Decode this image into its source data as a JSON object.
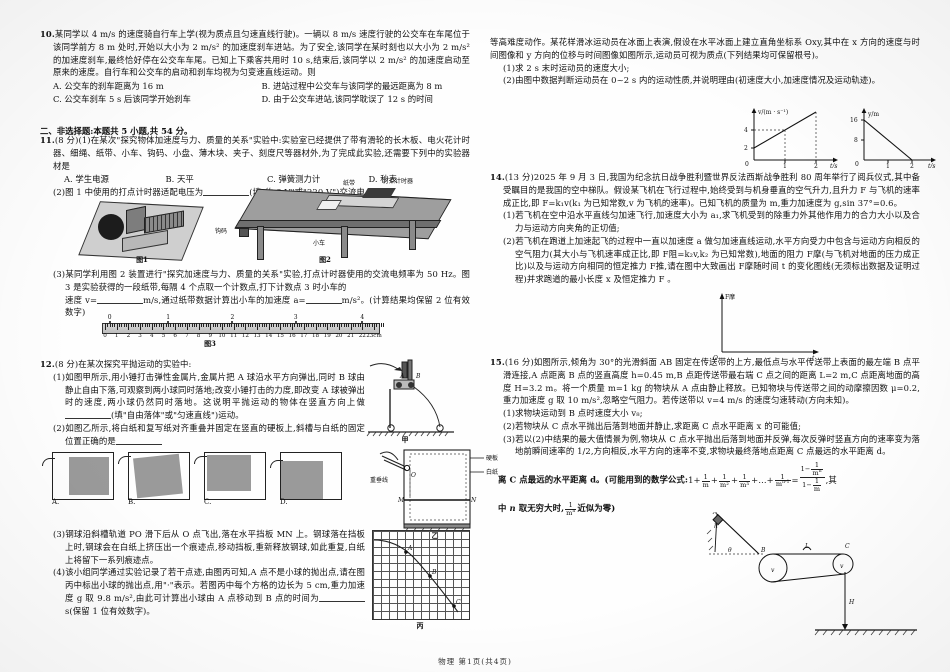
{
  "footer": "物理 第1页(共4页)",
  "left_column": {
    "q10": {
      "number": "10.",
      "body": "某同学以 4 m/s 的速度骑自行车上学(视为质点且匀速直线行驶)。一辆以 8 m/s 速度行驶的公交车在车尾位于该同学前方 8 m 处时,开始以大小为 2 m/s² 的加速度刹车进站。为了安全,该同学在某时刻也以大小为 2 m/s² 的加速度刹车,最终恰好停在公交车车尾。已知上下乘客共用时 10 s,结束后,该同学以 2 m/s² 的加速度启动至原来的速度。自行车和公交车的启动和刹车均视为匀变速直线运动。则",
      "options": [
        "A. 公交车的刹车距离为 16 m",
        "B. 进站过程中公交车与该同学的最远距离为 8 m",
        "C. 公交车刹车 5 s 后该同学开始刹车",
        "D. 由于公交车进站,该同学耽误了 12 s 的时间"
      ]
    },
    "section2": "二、非选择题:本题共 5 小题,共 54 分。",
    "q11": {
      "number": "11.",
      "score": "(8 分)",
      "part1": "(1)在某次\"探究物体加速度与力、质量的关系\"实验中:实验室已经提供了带有滑轮的长木板、电火花计时器、细绳、纸带、小车、钩码、小盘、薄木块、夹子、刻度尺等器材外,为了完成此实验,还需要下列中的实验器材是",
      "options": [
        "A. 学生电源",
        "B. 天平",
        "C. 弹簧测力计",
        "D. 秒表"
      ],
      "part2_a": "(2)图 1 中使用的打点计时器适配电压为",
      "part2_b": "(填\"约 8 V\"或\"220 V\")交流电。",
      "fig1_caption": "图1",
      "fig2_caption": "图2",
      "fig1_labels": [],
      "fig2_labels": [
        "纸带",
        "打点计时器",
        "钩码",
        "小车"
      ],
      "part3": "(3)某同学利用图 2 装置进行\"探究加速度与力、质量的关系\"实验,打点计时器使用的交流电频率为 50 Hz。图 3 是实验获得的一段纸带,每隔 4 个点取一个计数点,打下计数点 3 时小车的",
      "part3_v": "速度 v=",
      "part3_unit1": "m/s,通过纸带数据计算出小车的加速度 a=",
      "part3_unit2": "m/s²。(计算结果均保留 2 位有效数字)",
      "ruler": {
        "caption": "图3",
        "count_points": [
          "0",
          "1",
          "2",
          "3",
          "4"
        ],
        "count_points_cm": [
          0.4,
          5.4,
          10.9,
          16.3,
          22.0
        ],
        "cm_labels": [
          "0",
          "1",
          "2",
          "3",
          "4",
          "5",
          "6",
          "7",
          "8",
          "9",
          "10",
          "11",
          "12",
          "13",
          "14",
          "15",
          "16",
          "17",
          "18",
          "19",
          "20",
          "21",
          "22",
          "23"
        ],
        "unit": "cm"
      }
    },
    "q12": {
      "number": "12.",
      "score": "(8 分)",
      "intro": "在某次探究平抛运动的实验中:",
      "part1_a": "(1)如图甲所示,用小锤打击弹性金属片,金属片把 A 球沿水平方向弹出,同时 B 球由静止自由下落,可观察到两小球同时落地;改变小锤打击的力度,即改变 A 球被弹出时的速度,两小球仍然同时落地。这说明平抛运动的物体在竖直方向上做",
      "part1_b": "(填\"自由落体\"或\"匀速直线\")运动。",
      "part2_a": "(2)如图乙所示,将白纸和复写纸对齐重叠并固定在竖直的硬板上,斜槽与白纸的固定位置正确的是",
      "option_labels": [
        "A.",
        "B.",
        "C.",
        "D."
      ],
      "fig_jia_caption": "甲",
      "fig_yi_caption": "乙",
      "fig_bing_caption": "丙",
      "fig_yi_labels": [
        "硬板",
        "白纸",
        "重垂线",
        "O",
        "M",
        "N"
      ],
      "fig_bing_points": [
        "A",
        "B",
        "C"
      ],
      "part3": "(3)钢球沿斜槽轨道 PO 滑下后从 O 点飞出,落在水平挡板 MN 上。钢球落在挡板上时,钢球会在白纸上挤压出一个痕迹点,移动挡板,重新释放钢球,如此重复,白纸上将留下一系列痕迹点。",
      "part4": "(4)该小组同学通过实验记录了若干点迹,由图丙可知,A 点不是小球的抛出点,请在图丙中标出小球的抛出点,用\"·\"表示。若图丙中每个方格的边长为 5 cm,重力加速度 g 取 9.8 m/s²,由此可计算出小球由 A 点移动到 B 点的时间为",
      "part4_end": "s(保留 1 位有效数字)。"
    }
  },
  "right_column": {
    "q13": {
      "body": "等高难度动作。某花样滑冰运动员在冰面上表演,假设在水平冰面上建立直角坐标系 Oxy,其中在 x 方向的速度与时间图像和 y 方向的位移与时间图像如图所示,运动员可视为质点(下列结果均可保留根号)。",
      "items": [
        "(1)求 2 s 末时运动员的速度大小;",
        "(2)由图中数据判断运动员在 0~2 s 内的运动性质,并说明理由(初速度大小,加速度情况及运动轨迹)。"
      ]
    },
    "q14": {
      "number": "14.",
      "score": "(13 分)",
      "body": "2025 年 9 月 3 日,我国为纪念抗日战争胜利暨世界反法西斯战争胜利 80 周年举行了阅兵仪式,其中备受瞩目的是我国的空中梯队。假设某飞机在飞行过程中,始终受到与机身垂直的空气升力,且升力 F 与飞机的速率成正比,即 F=k₁v(k₁ 为已知常数,v 为飞机的速率)。已知飞机的质量为 m,重力加速度为 g,sin 37°=0.6。",
      "items": [
        "(1)若飞机在空中沿水平直线匀加速飞行,加速度大小为 a₁,求飞机受到的除重力外其他作用力的合力大小以及合力与运动方向夹角的正切值;",
        "(2)若飞机在跑道上加速起飞的过程中一直以加速度 a 做匀加速直线运动,水平方向受力中包含与运动方向相反的空气阻力(其大小与飞机速率成正比,即 F阻=k₂v,k₂ 为已知常数),地面的阻力 F摩(与飞机对地面的压力成正比)以及与运动方向相同的恒定推力 F推,请在图中大致画出 F摩随时间 t 的变化图线(无须标出数据及证明过程)并求跑道的最小长度 x 及恒定推力 F 。"
      ],
      "fig_axis_y": "F摩",
      "fig_axis_x": "t",
      "fig_origin": "O"
    },
    "q15": {
      "number": "15.",
      "score": "(16 分)",
      "body": "如图所示,倾角为 30°的光滑斜面 AB 固定在传送带的上方,最低点与水平传送带上表面的最左端 B 点平滑连接,A 点距离 B 点的竖直高度 h=0.45 m,B 点距传送带最右端 C 点之间的距离 L=2 m,C 点距离地面的高度 H=3.2 m。将一个质量 m=1 kg 的物块从 A 点由静止释放。已知物块与传送带之间的动摩擦因数 μ=0.2,重力加速度 g 取 10 m/s²,忽略空气阻力。若传送带以 v=4 m/s 的速度匀速转动(方向未知)。",
      "items": [
        "(1)求物块运动到 B 点时速度大小 v₈;",
        "(2)若物块从 C 点水平抛出后落到地面并静止,求距离 C 点水平距离 x 的可能值;",
        "(3)若以(2)中结果的最大值情景为例,物块从 C 点水平抛出后落到地面并反弹,每次反弹时竖直方向的速率变为落地前瞬间速率的 1/2,方向相反,水平方向的速率不变,求物块最终落地点距离 C 点最远的水平距离 d。"
      ],
      "formula_prefix": "(可能用到的数学公式:",
      "formula_body": "1 + 1/m + 1/m² + 1/m³ + … + 1/mⁿ⁻¹ = (1 − 1/mⁿ)/(1 − 1/m),其",
      "formula_tail": "中 n 取无穷大时, 1/mⁿ 近似为零)",
      "fig_labels": [
        "A",
        "B",
        "C",
        "h",
        "L",
        "v",
        "H"
      ]
    },
    "charts": [
      {
        "type": "line",
        "title": "",
        "ylabel": "v/(m · s⁻¹)",
        "xlabel": "t/s",
        "x": [
          0,
          1,
          2
        ],
        "y": [
          2,
          4,
          6
        ],
        "yticks": [
          2,
          4
        ],
        "xticks": [
          1,
          2
        ],
        "dashed_guides": [
          [
            1,
            4
          ],
          [
            2,
            6
          ]
        ],
        "origin_label": "0"
      },
      {
        "type": "line",
        "title": "",
        "ylabel": "y/m",
        "xlabel": "t/s",
        "x": [
          0,
          2
        ],
        "y": [
          16,
          0
        ],
        "yticks": [
          8,
          16
        ],
        "xticks": [
          1,
          2
        ],
        "origin_label": "0"
      }
    ]
  }
}
